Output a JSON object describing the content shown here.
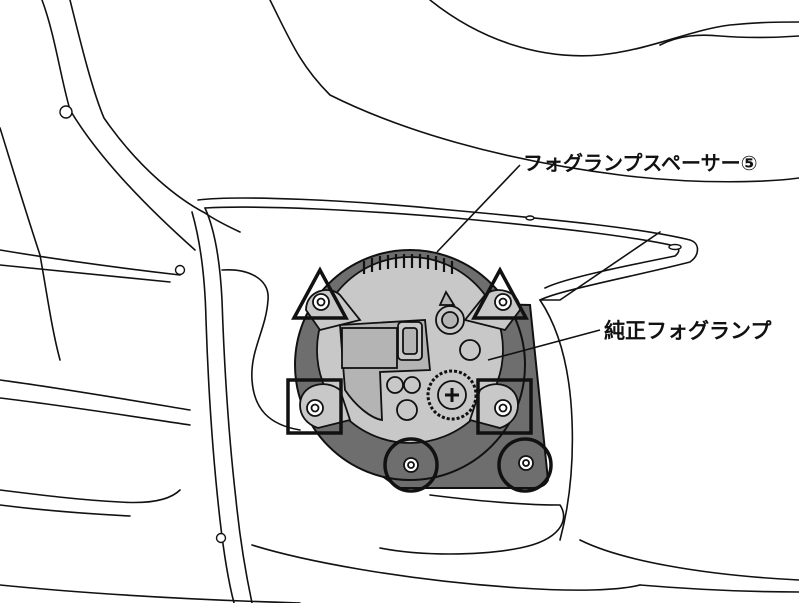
{
  "labels": {
    "spacer": "フォグランプスペーサー⑤",
    "fog_lamp": "純正フォグランプ"
  },
  "colors": {
    "line": "#111111",
    "spacer_fill": "#6e6e6e",
    "lamp_fill": "#c8c8c8",
    "lamp_inner": "#b4b4b4",
    "background": "#ffffff"
  },
  "icons": [
    "triangle-marker",
    "square-marker",
    "circle-marker"
  ]
}
